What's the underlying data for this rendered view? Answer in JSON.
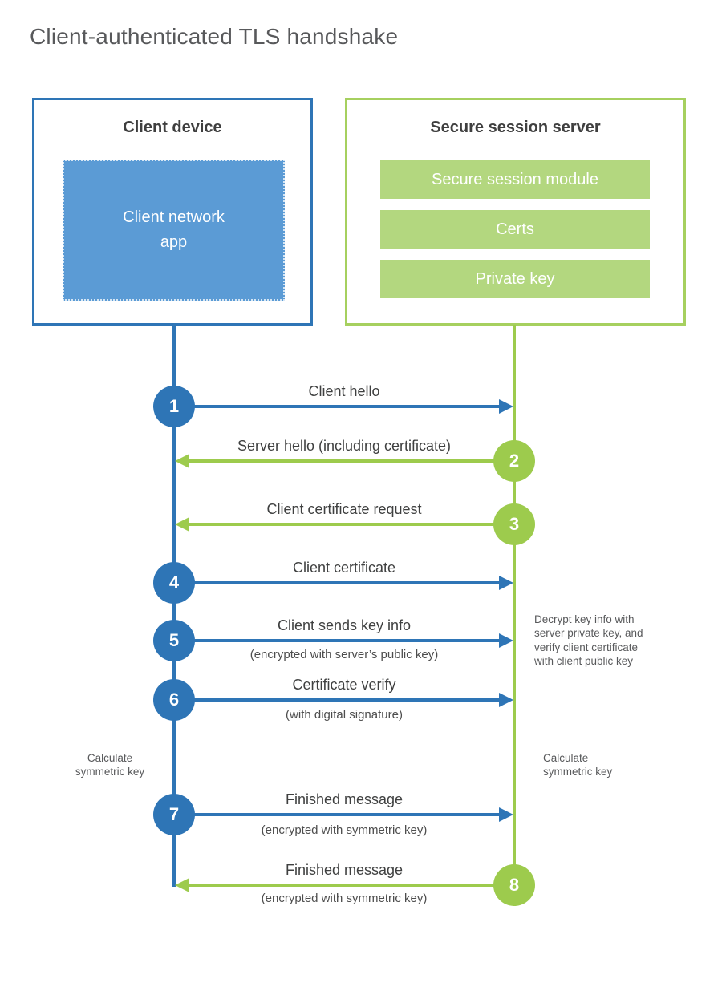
{
  "title": "Client-authenticated TLS handshake",
  "colors": {
    "blue_stroke": "#2E75B6",
    "blue_fill": "#5B9BD5",
    "green_stroke": "#9DCB4D",
    "green_border": "#A6D05F",
    "green_fill": "#B3D77F"
  },
  "client": {
    "title": "Client device",
    "app": {
      "line1": "Client network",
      "line2": "app"
    }
  },
  "server": {
    "title": "Secure session server",
    "modules": [
      "Secure session module",
      "Certs",
      "Private key"
    ]
  },
  "steps": [
    {
      "num": "1",
      "label": "Client hello",
      "sublabel": "",
      "direction": "client-to-server"
    },
    {
      "num": "2",
      "label": "Server hello (including certificate)",
      "sublabel": "",
      "direction": "server-to-client"
    },
    {
      "num": "3",
      "label": "Client certificate request",
      "sublabel": "",
      "direction": "server-to-client"
    },
    {
      "num": "4",
      "label": "Client certificate",
      "sublabel": "",
      "direction": "client-to-server"
    },
    {
      "num": "5",
      "label": "Client sends key info",
      "sublabel": "(encrypted with server’s public key)",
      "direction": "client-to-server"
    },
    {
      "num": "6",
      "label": "Certificate verify",
      "sublabel": "(with digital signature)",
      "direction": "client-to-server"
    },
    {
      "num": "7",
      "label": "Finished message",
      "sublabel": "(encrypted with symmetric key)",
      "direction": "client-to-server"
    },
    {
      "num": "8",
      "label": "Finished message",
      "sublabel": "(encrypted with symmetric key)",
      "direction": "server-to-client"
    }
  ],
  "annotations": {
    "decrypt_note": "Decrypt key info with\nserver private key, and\nverify client certificate\nwith client public key",
    "calc_left": "Calculate\nsymmetric key",
    "calc_right": "Calculate\nsymmetric key"
  }
}
